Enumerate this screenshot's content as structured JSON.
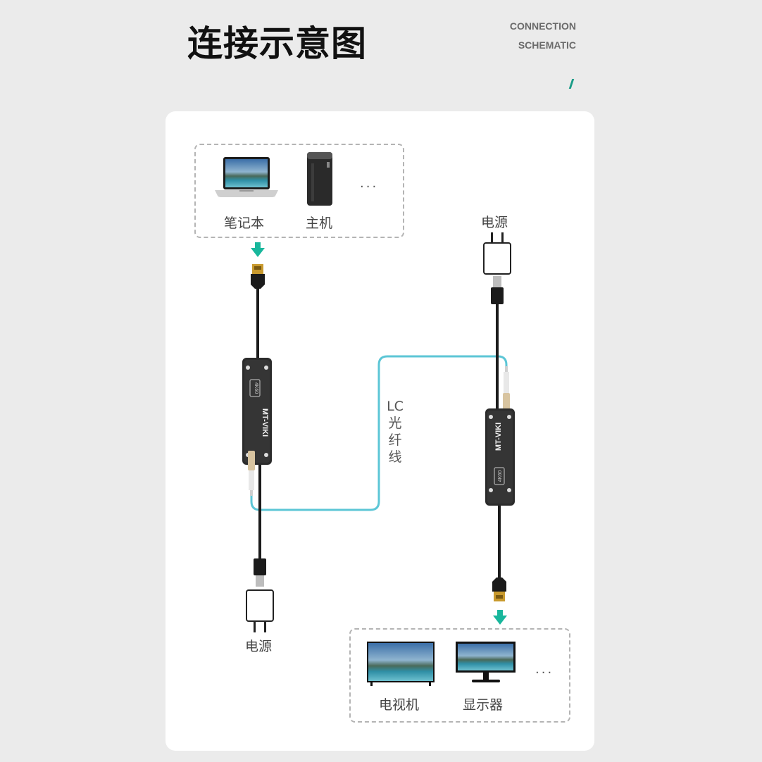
{
  "header": {
    "title": "连接示意图",
    "subtitle_line1": "CONNECTION",
    "subtitle_line2": "SCHEMATIC"
  },
  "colors": {
    "accent": "#1a9c87",
    "arrow": "#19b79c",
    "fiber": "#5cc6d6",
    "device_body": "#2b2b2b",
    "hdmi_gold": "#c99a2e"
  },
  "source_group": {
    "devices": [
      {
        "label": "笔记本",
        "icon": "laptop-icon"
      },
      {
        "label": "主机",
        "icon": "desktop-tower-icon"
      }
    ],
    "more": "..."
  },
  "transmitter": {
    "brand": "MT-VIKI",
    "badge": "4K60",
    "power_label": "电源"
  },
  "receiver": {
    "brand": "MT-VIKI",
    "badge": "4K60",
    "power_label": "电源"
  },
  "fiber": {
    "label_line1": "LC",
    "label_line2": "光",
    "label_line3": "纤",
    "label_line4": "线"
  },
  "display_group": {
    "devices": [
      {
        "label": "电视机",
        "icon": "tv-icon"
      },
      {
        "label": "显示器",
        "icon": "monitor-icon"
      }
    ],
    "more": "..."
  }
}
